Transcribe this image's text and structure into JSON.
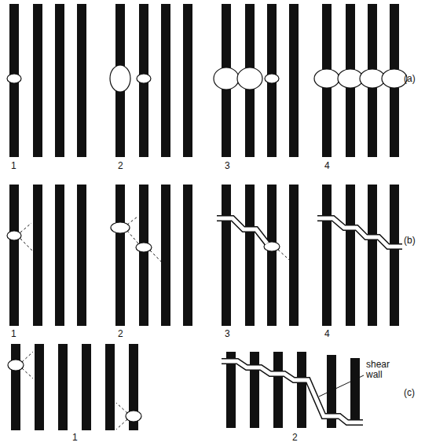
{
  "diagram": {
    "labels": [
      "1",
      "2",
      "3",
      "4",
      "(a)",
      "1",
      "2",
      "3",
      "4",
      "(b)",
      "1",
      "2",
      "shear wall",
      "(c)"
    ]
  }
}
